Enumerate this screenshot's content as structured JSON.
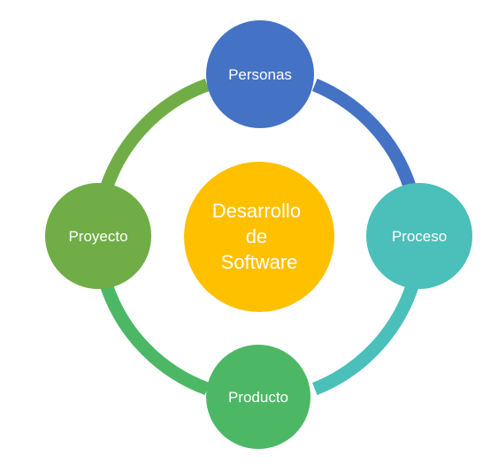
{
  "diagram": {
    "center": {
      "lines": [
        "Desarrollo",
        "de",
        "Software"
      ],
      "color": "#FFC000"
    },
    "nodes": [
      {
        "id": "personas",
        "label": "Personas",
        "color": "#4472C4"
      },
      {
        "id": "proceso",
        "label": "Proceso",
        "color": "#4BBFBA"
      },
      {
        "id": "producto",
        "label": "Producto",
        "color": "#4CB866"
      },
      {
        "id": "proyecto",
        "label": "Proyecto",
        "color": "#70AD47"
      }
    ],
    "arcs": [
      {
        "from": "personas",
        "to": "proceso",
        "color": "#4472C4"
      },
      {
        "from": "proceso",
        "to": "producto",
        "color": "#4BBFBA"
      },
      {
        "from": "producto",
        "to": "proyecto",
        "color": "#4CB866"
      },
      {
        "from": "proyecto",
        "to": "personas",
        "color": "#70AD47"
      }
    ]
  }
}
